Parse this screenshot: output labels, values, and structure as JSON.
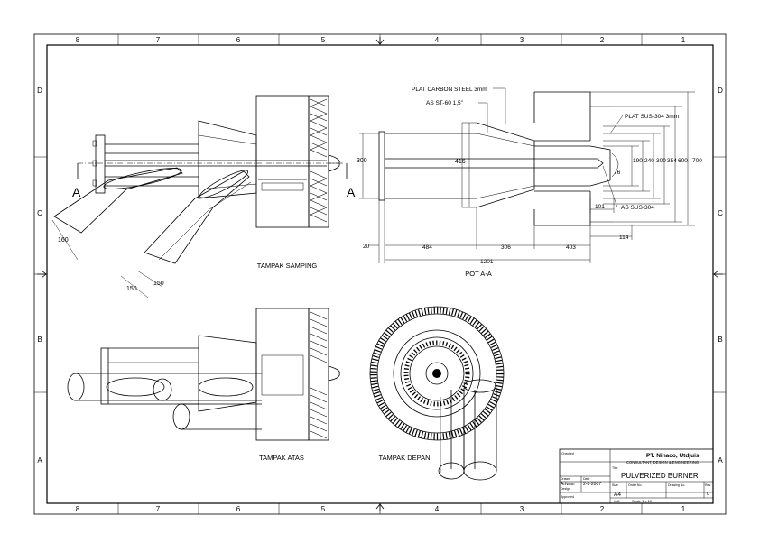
{
  "zone_columns": [
    "8",
    "7",
    "6",
    "5",
    "4",
    "3",
    "2",
    "1"
  ],
  "zone_rows": [
    "D",
    "C",
    "B",
    "A"
  ],
  "views": {
    "side": "TAMPAK SAMPING",
    "top": "TAMPAK ATAS",
    "front": "TAMPAK DEPAN",
    "section": "POT A-A",
    "section_mark": "A"
  },
  "callouts": {
    "plate_carbon": "PLAT CARBON STEEL 3mm",
    "shaft": "AS ST-60 1,5\"",
    "plate_sus": "PLAT SUS-304 3mm",
    "as_sus": "AS SUS-304"
  },
  "dimensions": {
    "side_160": "160",
    "side_150a": "150",
    "side_150b": "150",
    "sec_300": "300",
    "sec_416": "416",
    "sec_76": "76",
    "sec_101": "101",
    "sec_114": "114",
    "sec_20": "20",
    "sec_484": "484",
    "sec_306": "306",
    "sec_403": "403",
    "sec_1201": "1201",
    "diams": [
      "190",
      "240",
      "300",
      "354",
      "600",
      "700"
    ]
  },
  "title_block": {
    "company": "PT. Ninaco, Utdjuis",
    "subtitle": "CONSULTANT, DESIGN & ENGINEERING",
    "title_label": "Title",
    "title": "PULVERIZED BURNER",
    "drawn_label": "Drawn",
    "drawn_by": "Arfwan",
    "date_label": "Date",
    "date": "2-8-2007",
    "checked_label": "Checked",
    "design_label": "Design",
    "approved_label": "Approved",
    "size_label": "Size",
    "size": "A4",
    "order_label": "Order No.",
    "drawing_label": "Drawing No.",
    "rev_label": "Rev.",
    "rev": "0",
    "scale": "Scale 1 x 10",
    "sheet": "1of1"
  }
}
